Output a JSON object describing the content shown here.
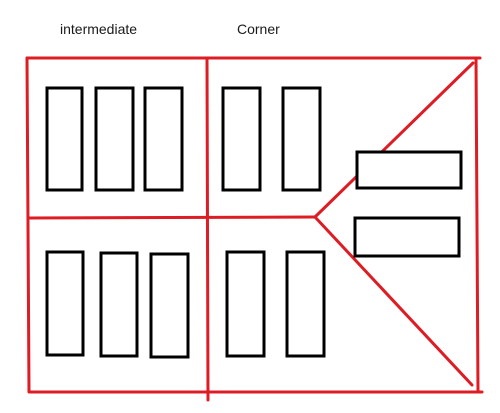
{
  "labels": {
    "intermediate": "intermediate",
    "corner": "Corner"
  },
  "colors": {
    "boundary": "#dd1c24",
    "racks": "#000000",
    "background": "#ffffff"
  },
  "blocks": {
    "intermediate_top_count": 3,
    "intermediate_bottom_count": 3,
    "corner_top_count": 2,
    "corner_bottom_count": 2,
    "corner_angled_count": 2
  }
}
